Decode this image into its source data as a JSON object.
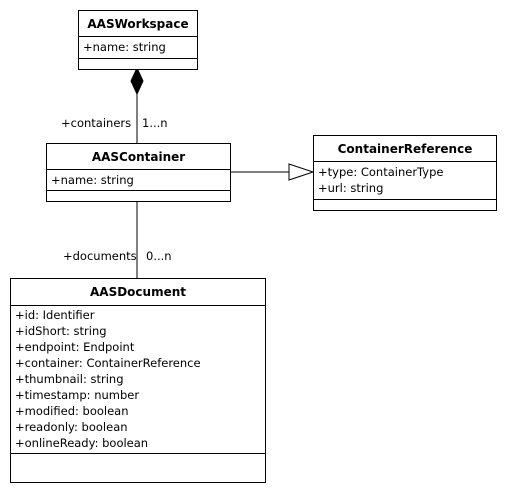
{
  "classes": {
    "workspace": {
      "name": "AASWorkspace",
      "attributes": [
        "+name: string"
      ]
    },
    "container": {
      "name": "AASContainer",
      "attributes": [
        "+name: string"
      ]
    },
    "container_reference": {
      "name": "ContainerReference",
      "attributes": [
        "+type: ContainerType",
        "+url: string"
      ]
    },
    "document": {
      "name": "AASDocument",
      "attributes": [
        "+id: Identifier",
        "+idShort: string",
        "+endpoint: Endpoint",
        "+container: ContainerReference",
        "+thumbnail: string",
        "+timestamp: number",
        "+modified: boolean",
        "+readonly: boolean",
        "+onlineReady: boolean"
      ]
    }
  },
  "relations": {
    "workspace_containers": {
      "type": "composition",
      "role": "+containers",
      "multiplicity": "1...n"
    },
    "container_reference": {
      "type": "generalization"
    },
    "container_documents": {
      "type": "association",
      "role": "+documents",
      "multiplicity": "0...n"
    }
  }
}
